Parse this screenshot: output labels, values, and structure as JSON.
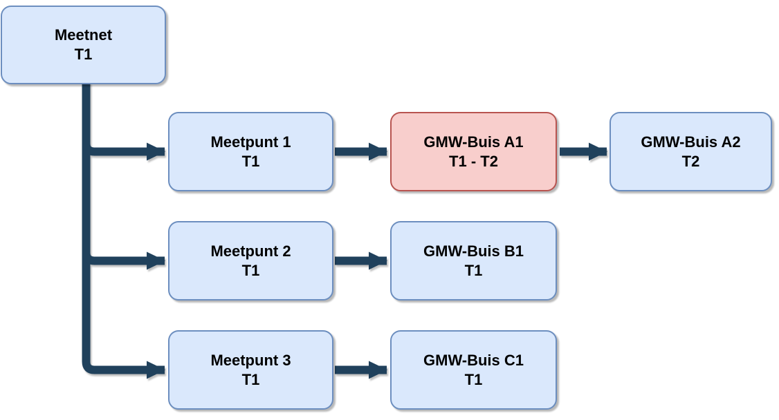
{
  "diagram": {
    "type": "flowchart",
    "nodes": [
      {
        "id": "meetnet",
        "line1": "Meetnet",
        "line2": "T1",
        "color": "blue"
      },
      {
        "id": "meetpunt-1",
        "line1": "Meetpunt 1",
        "line2": "T1",
        "color": "blue"
      },
      {
        "id": "gmw-buis-a1",
        "line1": "GMW-Buis A1",
        "line2": "T1 - T2",
        "color": "red"
      },
      {
        "id": "gmw-buis-a2",
        "line1": "GMW-Buis A2",
        "line2": "T2",
        "color": "blue"
      },
      {
        "id": "meetpunt-2",
        "line1": "Meetpunt 2",
        "line2": "T1",
        "color": "blue"
      },
      {
        "id": "gmw-buis-b1",
        "line1": "GMW-Buis B1",
        "line2": "T1",
        "color": "blue"
      },
      {
        "id": "meetpunt-3",
        "line1": "Meetpunt 3",
        "line2": "T1",
        "color": "blue"
      },
      {
        "id": "gmw-buis-c1",
        "line1": "GMW-Buis C1",
        "line2": "T1",
        "color": "blue"
      }
    ],
    "edges": [
      {
        "from": "meetnet",
        "to": "meetpunt-1"
      },
      {
        "from": "meetnet",
        "to": "meetpunt-2"
      },
      {
        "from": "meetnet",
        "to": "meetpunt-3"
      },
      {
        "from": "meetpunt-1",
        "to": "gmw-buis-a1"
      },
      {
        "from": "gmw-buis-a1",
        "to": "gmw-buis-a2"
      },
      {
        "from": "meetpunt-2",
        "to": "gmw-buis-b1"
      },
      {
        "from": "meetpunt-3",
        "to": "gmw-buis-c1"
      }
    ],
    "colors": {
      "blue_fill": "#dae8fc",
      "blue_border": "#6c8ebf",
      "red_fill": "#f8cecc",
      "red_border": "#b85450",
      "connector": "#20415c",
      "text": "#000000"
    }
  }
}
